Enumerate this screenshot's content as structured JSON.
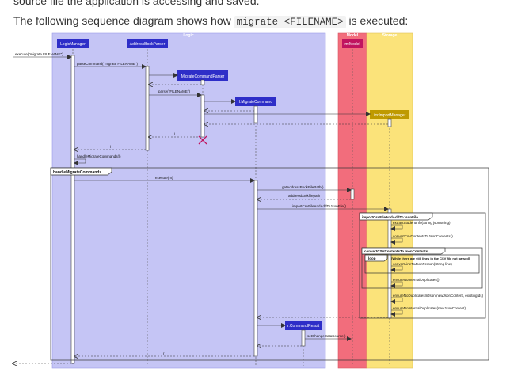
{
  "text": {
    "top_line": "source file the application is accessing and saved.",
    "intro_before": "The following sequence diagram shows how ",
    "intro_code": "migrate <FILENAME>",
    "intro_after": " is executed:"
  },
  "colors": {
    "logic": "#c5c5f5",
    "model": "#f26d7c",
    "storage": "#fbe37a",
    "participant": "#2e2ec8",
    "storage_participant": "#bf9a00",
    "destroy": "#c0145f"
  },
  "diagram": {
    "lanes": {
      "logic": "Logic",
      "model": "Model",
      "storage": "Storage"
    },
    "participants": {
      "logic_manager": "LogicManager",
      "parser": "AddressBookParser",
      "cmd_parser": "MigrateCommandParser",
      "cmd": "l:MigrateCommand",
      "model": "m:Model",
      "import_manager": "im:ImportManager",
      "result": "r:CommandResult"
    },
    "messages": {
      "m1": "execute(\"migrate FILENAME\")",
      "m2": "parseCommand(\"migrate FILENAME\")",
      "m3": "parse(\"FILENAME\")",
      "r1": "l",
      "r2": "l",
      "m4": "handleMigrateCommands(l)",
      "m5": "execute(m)",
      "m6": "getAddressBookFilePath()",
      "r3": "addressbookfilepath",
      "m7": "importCsvFileAndAddToJsonFile()",
      "m8": "extractStudentInfo(String jsonString)",
      "m9": "convertCsvContentsToJsonContents()",
      "m10": "convertLineToJsonPerson(String line)",
      "m11": "ensureNoInternalDuplicates()",
      "m12": "ensureNoDuplicatesInJson(newJsonContent, existingIds)",
      "m13": "ensureNoInternalDuplicates(newJsonContent)",
      "m14": "setChangeDataSource()",
      "r4": "r"
    },
    "frames": {
      "handle": "handleMigrateCommands",
      "import": "importCsvFileAndAddToJsonFile",
      "convert": "convertCSVContentsToJsonContents",
      "loop": "loop",
      "loop_guard": "[While there are still lines in the CSV file not parsed]"
    }
  }
}
